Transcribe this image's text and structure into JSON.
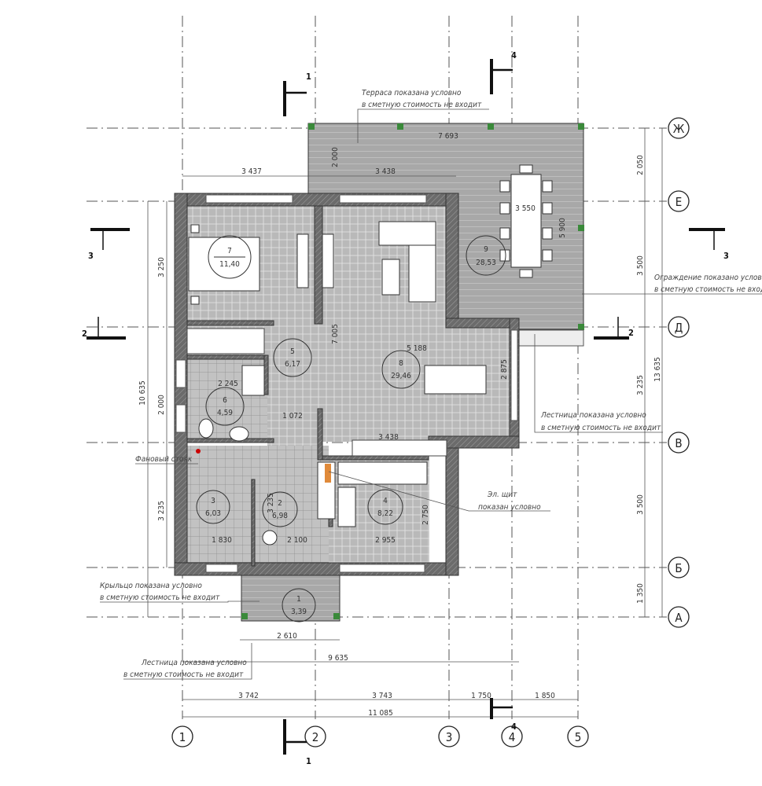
{
  "axes": {
    "vertical": [
      "1",
      "2",
      "3",
      "4",
      "5"
    ],
    "horizontal": [
      "Ж",
      "Е",
      "Д",
      "В",
      "Б",
      "А"
    ]
  },
  "sections": {
    "s1": "1",
    "s2": "2",
    "s3": "3",
    "s4": "4"
  },
  "rooms": [
    {
      "num": "7",
      "area": "11,40"
    },
    {
      "num": "5",
      "area": "6,17"
    },
    {
      "num": "8",
      "area": "29,46"
    },
    {
      "num": "6",
      "area": "4,59"
    },
    {
      "num": "3",
      "area": "6,03"
    },
    {
      "num": "2",
      "area": "6,98"
    },
    {
      "num": "4",
      "area": "8,22"
    },
    {
      "num": "1",
      "area": "3,39"
    },
    {
      "num": "9",
      "area": "28,53"
    }
  ],
  "dimensions": {
    "top_left": "3 437",
    "top_mid": "3 438",
    "terrace_width": "7 693",
    "terrace_depth": "2 000",
    "table_dim": "3 550",
    "terrace_len": "5 900",
    "right_1": "2 050",
    "right_2": "3 500",
    "right_3": "3 235",
    "right_total": "13 635",
    "right_4": "3 500",
    "right_5": "1 350",
    "left_total": "10 635",
    "left_1": "3 250",
    "left_2": "2 000",
    "left_3": "3 235",
    "int_7005": "7 005",
    "int_5188": "5 188",
    "int_2875": "2 875",
    "int_2245": "2 245",
    "int_1072": "1 072",
    "int_3438": "3 438",
    "int_3235": "3 235",
    "int_1830": "1 830",
    "int_2100": "2 100",
    "int_2955": "2 955",
    "int_2750": "2 750",
    "porch": "2 610",
    "overall_9635": "9 635",
    "bottom_1": "3 742",
    "bottom_2": "3 743",
    "bottom_3": "1 750",
    "bottom_4": "1 850",
    "bottom_total": "11 085"
  },
  "notes": {
    "terrace": [
      "Терраса показана условно",
      "в сметную стоимость не входит"
    ],
    "fence": [
      "Ограждение показано условно",
      "в сметную стоимость не входит"
    ],
    "stair_right": [
      "Лестница показана условно",
      "в сметную стоимость не входит"
    ],
    "stack": "Фановый стояк",
    "panel": [
      "Эл. щит",
      "показан условно"
    ],
    "porch": [
      "Крыльцо показана условно",
      "в сметную стоимость не входит"
    ],
    "stair_bottom": [
      "Лестница показана условно",
      "в сметную стоимость не входит"
    ]
  },
  "colors": {
    "wall": "#6b6b6b",
    "floor": "#b9b9b9",
    "terrace": "#a8a8a8",
    "column": "#3a8a3a",
    "panel": "#e08a3a",
    "stack": "#cc0000"
  }
}
